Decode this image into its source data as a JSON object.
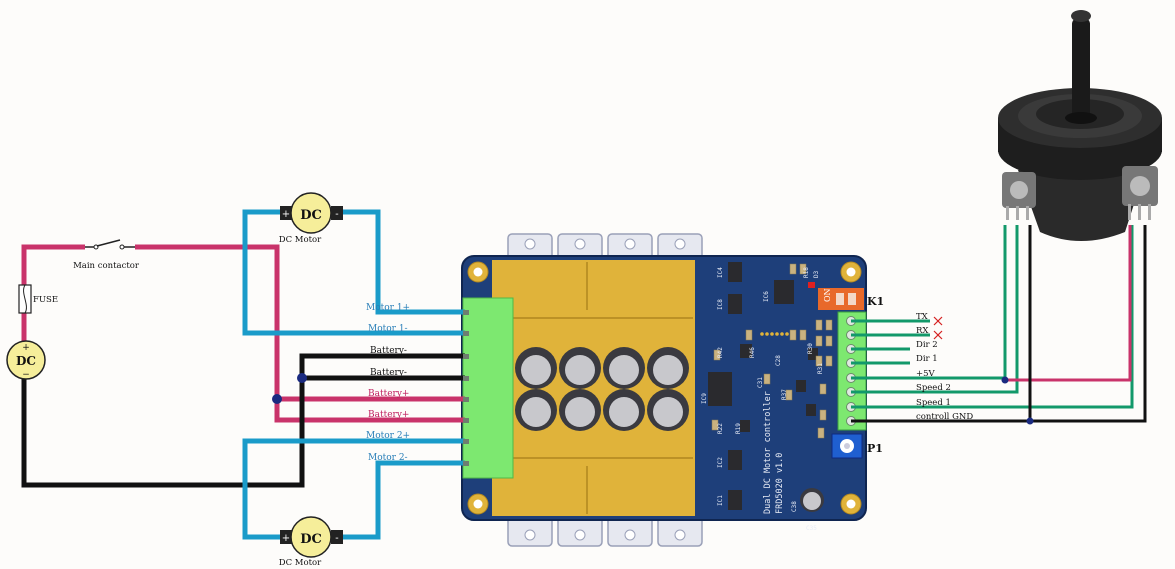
{
  "motor_top": {
    "letters": "DC",
    "label": "DC Motor",
    "plus": "+",
    "minus": "-"
  },
  "motor_bottom": {
    "letters": "DC",
    "label": "DC Motor",
    "plus": "+",
    "minus": "-"
  },
  "supply": {
    "letters": "DC",
    "plus": "+",
    "minus": "−",
    "fuse_label": "FUSE",
    "contactor_label": "Main contactor"
  },
  "terminal_labels": [
    "Motor 1+",
    "Motor 1-",
    "Battery-",
    "Battery-",
    "Battery+",
    "Battery+",
    "Motor 2+",
    "Motor 2-"
  ],
  "signal_labels": [
    "TX",
    "RX",
    "Dir 2",
    "Dir 1",
    "+5V",
    "Speed 2",
    "Speed 1",
    "controll GND"
  ],
  "board": {
    "silk_title": "Dual DC Motor controller",
    "silk_model": "FRD5020 v1.0",
    "k1": "K1",
    "p1": "P1",
    "dip": "ON",
    "components": [
      "IC4",
      "IC8",
      "R42",
      "IC9",
      "R22",
      "R19",
      "IC2",
      "IC1",
      "R18",
      "D3",
      "IC6",
      "C38",
      "C28",
      "R37",
      "C31",
      "R46",
      "R30",
      "R31",
      "C35"
    ]
  },
  "colors": {
    "wire_blue": "#1a9bc9",
    "wire_red": "#c9336a",
    "wire_black": "#111111",
    "wire_green": "#12996a",
    "board_blue": "#1e3f7a",
    "pad_gold": "#e0b33a",
    "terminal_green": "#7de870",
    "motor_yellow": "#f6ee9a",
    "label_blue": "#2a7fb8",
    "label_red": "#c02060"
  }
}
